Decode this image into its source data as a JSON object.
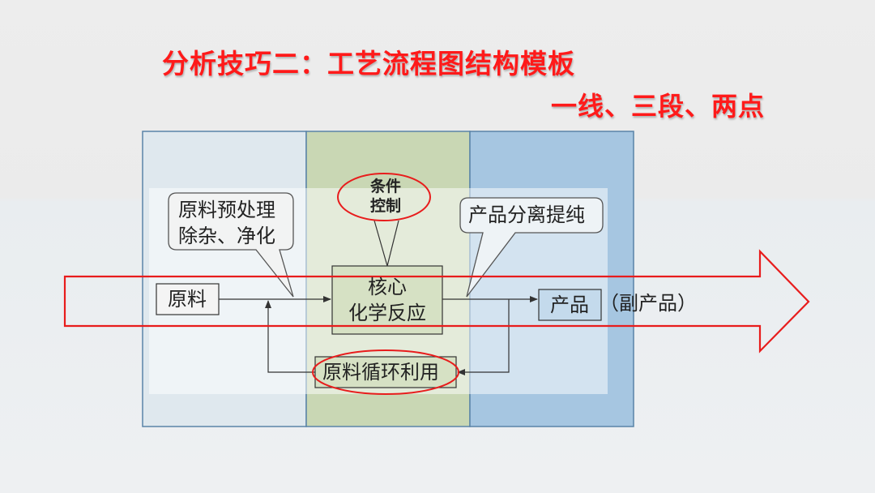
{
  "slide": {
    "title": "分析技巧二：工艺流程图结构模板",
    "subtitle": "一线、三段、两点"
  },
  "diagram": {
    "pretreatment_line1": "原料预处理",
    "pretreatment_line2": "除杂、净化",
    "condition_line1": "条件",
    "condition_line2": "控制",
    "separation": "产品分离提纯",
    "raw_material": "原料",
    "core_line1": "核心",
    "core_line2": "化学反应",
    "product": "产品",
    "byproduct": "（副产品）",
    "recycle": "原料循环利用"
  },
  "colors": {
    "accent_red": "#ff1a1a",
    "panel_left": "#dfe8ee",
    "panel_middle": "#c9d7b4",
    "panel_right": "#a6c6e1"
  }
}
